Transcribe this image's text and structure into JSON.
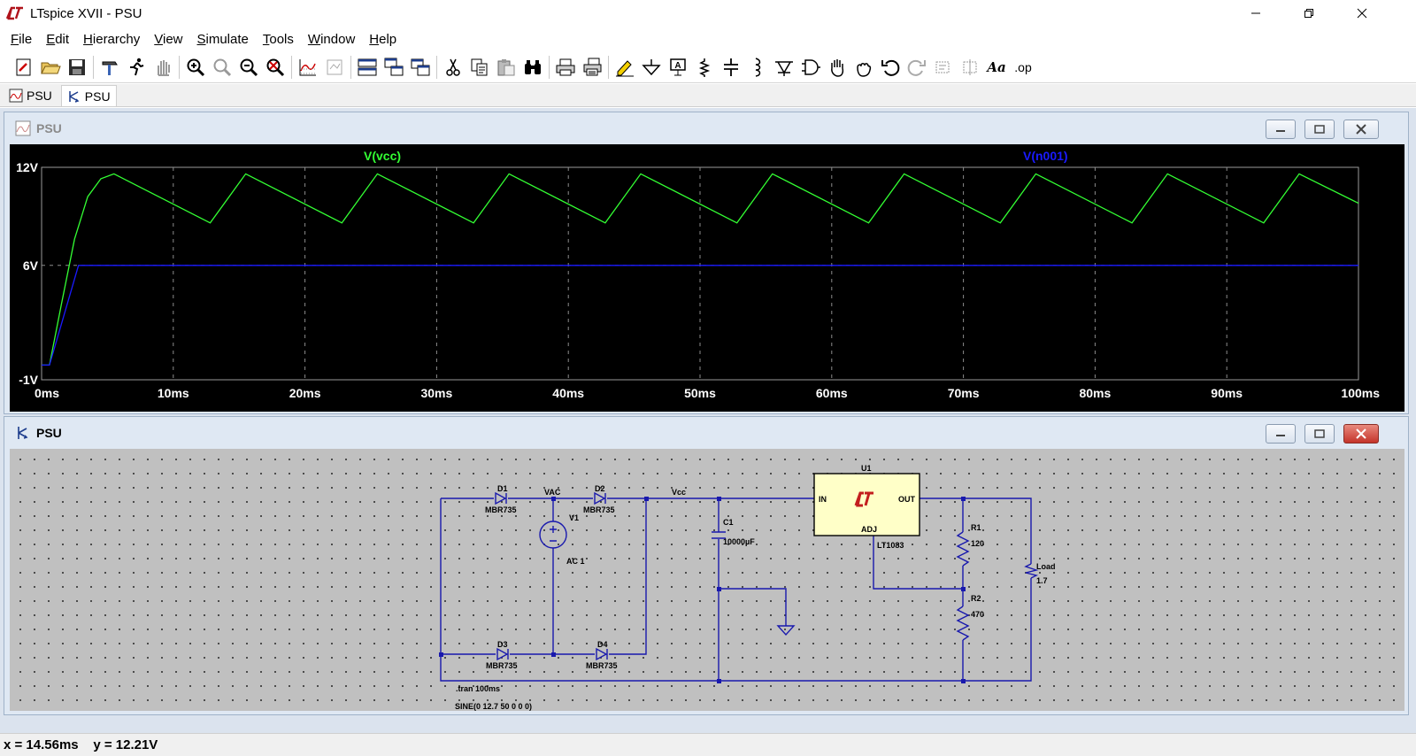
{
  "window": {
    "title": "LTspice XVII - PSU"
  },
  "menu": [
    {
      "label": "File",
      "u": "F",
      "rest": "ile"
    },
    {
      "label": "Edit",
      "u": "E",
      "rest": "dit"
    },
    {
      "label": "Hierarchy",
      "u": "H",
      "rest": "ierarchy"
    },
    {
      "label": "View",
      "u": "V",
      "rest": "iew"
    },
    {
      "label": "Simulate",
      "u": "S",
      "rest": "imulate"
    },
    {
      "label": "Tools",
      "u": "T",
      "rest": "ools"
    },
    {
      "label": "Window",
      "u": "W",
      "rest": "indow"
    },
    {
      "label": "Help",
      "u": "H",
      "rest": "elp"
    }
  ],
  "toolbar": {
    "label_text": "Aa",
    "op_text": ".op"
  },
  "tabs": [
    {
      "label": "PSU",
      "icon": "waveform-icon"
    },
    {
      "label": "PSU",
      "icon": "schematic-icon"
    }
  ],
  "plot_window": {
    "title": "PSU"
  },
  "schematic_window": {
    "title": "PSU"
  },
  "chart_data": {
    "type": "line",
    "title": "",
    "xlabel": "",
    "ylabel": "",
    "xlim": [
      0,
      100
    ],
    "ylim": [
      -1,
      12
    ],
    "x_ticks": [
      "0ms",
      "10ms",
      "20ms",
      "30ms",
      "40ms",
      "50ms",
      "60ms",
      "70ms",
      "80ms",
      "90ms",
      "100ms"
    ],
    "y_ticks": [
      "12V",
      "6V",
      "-1V"
    ],
    "grid": true,
    "series": [
      {
        "name": "V(vcc)",
        "color": "#33ff33",
        "x": [
          0,
          0.6,
          1.5,
          2.5,
          3.5,
          4.5,
          5.5,
          12.8,
          15.5,
          22.8,
          25.5,
          32.8,
          35.5,
          42.8,
          45.5,
          52.8,
          55.5,
          62.8,
          65.5,
          72.8,
          75.5,
          82.8,
          85.5,
          92.8,
          95.5,
          100
        ],
        "y": [
          -0.1,
          -0.1,
          3.6,
          7.6,
          10.2,
          11.3,
          11.6,
          8.6,
          11.6,
          8.6,
          11.6,
          8.6,
          11.6,
          8.6,
          11.6,
          8.6,
          11.6,
          8.6,
          11.6,
          8.6,
          11.6,
          8.6,
          11.6,
          8.6,
          11.6,
          9.8
        ]
      },
      {
        "name": "V(n001)",
        "color": "#1a1aff",
        "x": [
          0,
          0.6,
          2.8,
          100
        ],
        "y": [
          -0.1,
          -0.1,
          6.0,
          6.0
        ]
      }
    ]
  },
  "schematic": {
    "labels": {
      "d1": "D1",
      "d1_model": "MBR735",
      "d2": "D2",
      "d2_model": "MBR735",
      "d3": "D3",
      "d3_model": "MBR735",
      "d4": "D4",
      "d4_model": "MBR735",
      "vac": "VAC",
      "v1": "V1",
      "v1_value": "AC 1",
      "vcc": "Vcc",
      "c1": "C1",
      "c1_value": "10000µF",
      "u1": "U1",
      "u1_in": "IN",
      "u1_out": "OUT",
      "u1_adj": "ADJ",
      "u1_model": "LT1083",
      "r1": "R1",
      "r1_value": "120",
      "r2": "R2",
      "r2_value": "470",
      "load": "Load",
      "load_value": "1.7",
      "tran": ".tran 100ms",
      "sine": "SINE(0 12.7 50 0 0 0)"
    }
  },
  "status": {
    "readout": "x = 14.56ms    y = 12.21V"
  }
}
